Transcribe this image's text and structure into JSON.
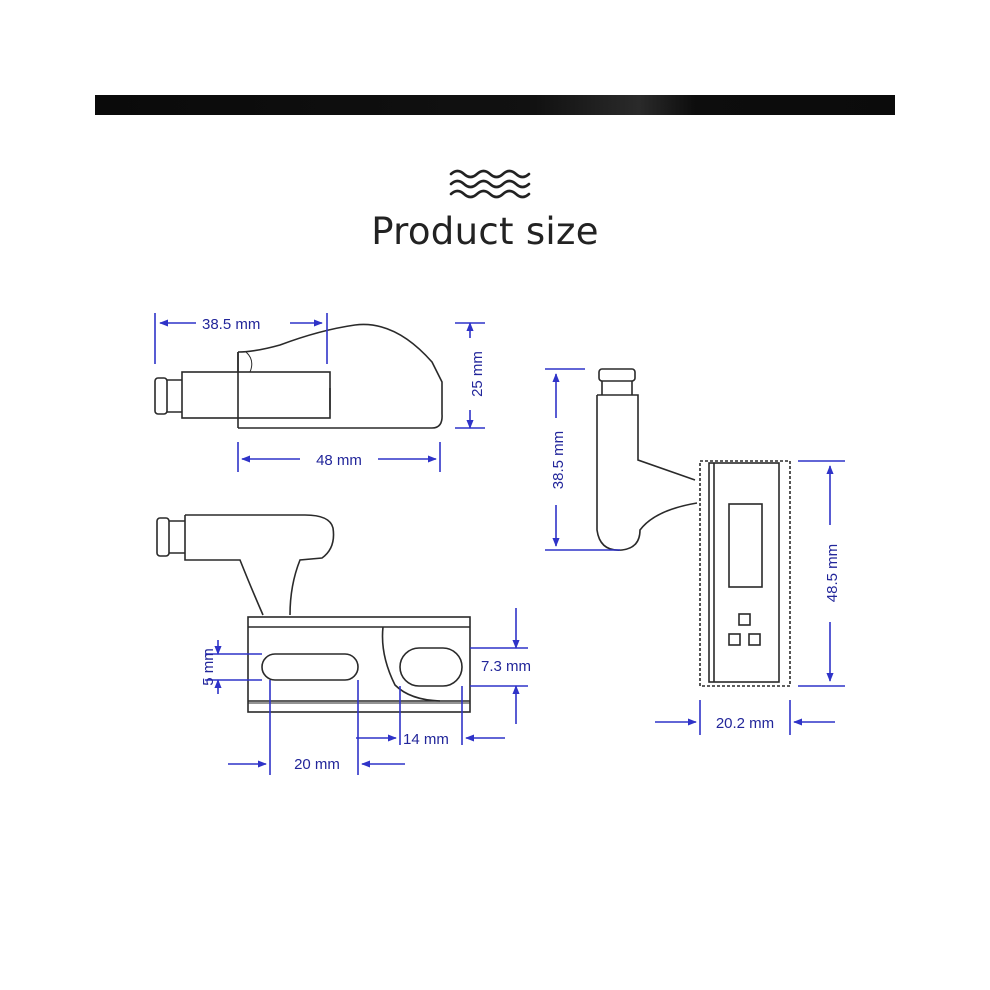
{
  "header": {
    "title": "Product size"
  },
  "colors": {
    "dimension": "#2f33c8",
    "dimension_text": "#22269a",
    "outline": "#2a2a2a",
    "top_bar": "#0d0d0d"
  },
  "icons": {
    "header_icon": "waves-icon"
  },
  "dimensions": {
    "top_width": "38.5 mm",
    "top_height": "25 mm",
    "top_length": "48 mm",
    "right_height": "38.5 mm",
    "right_body_height": "48.5 mm",
    "right_width": "20.2 mm",
    "slot_height": "5 mm",
    "slot_diameter": "7.3 mm",
    "slot_spacing": "14 mm",
    "slot_offset": "20 mm"
  }
}
